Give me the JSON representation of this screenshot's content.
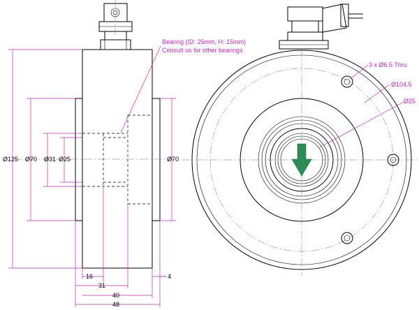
{
  "side_view": {
    "dimensions": {
      "d125": "Ø125",
      "d70_left": "Ø70",
      "d31": "Ø31",
      "d25_left": "Ø25",
      "d70_right": "Ø70",
      "w16": "16",
      "w31": "31",
      "w40": "40",
      "w48": "48",
      "w4": "4"
    },
    "bearing_note_line1": "Bearing (ID: 25mm, H: 15mm)",
    "bearing_note_line2": "Consult us for other bearings"
  },
  "front_view": {
    "holes_label": "3 x Ø6.5 Thru",
    "pcd_label": "Ø104.5",
    "bore_label": "Ø25",
    "arrow_color": "#2e8b57"
  },
  "colors": {
    "dimension": "#c026c0",
    "outline": "#000000"
  }
}
